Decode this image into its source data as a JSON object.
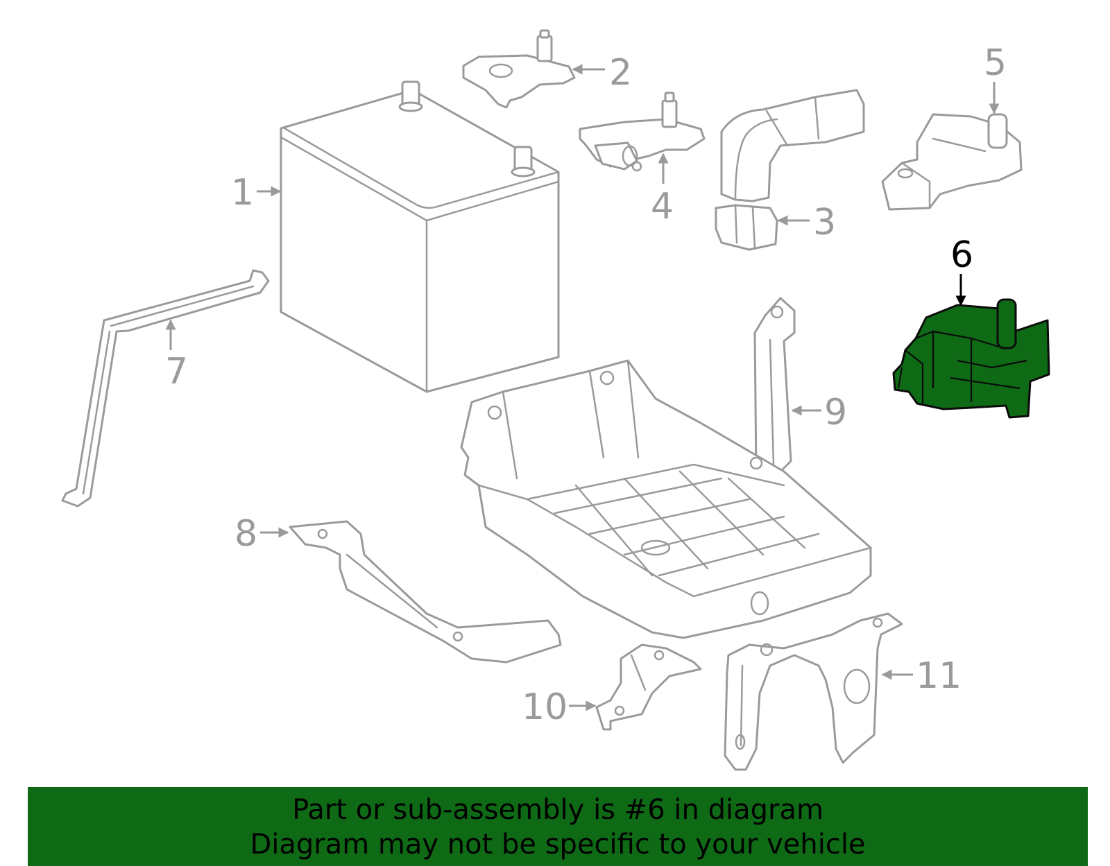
{
  "colors": {
    "highlight": "#0f6a16",
    "part_outline": "#9a9a9a",
    "footer_background": "#0f6a16"
  },
  "selected_part": "6",
  "callouts": [
    {
      "id": "1",
      "label": "1"
    },
    {
      "id": "2",
      "label": "2"
    },
    {
      "id": "3",
      "label": "3"
    },
    {
      "id": "4",
      "label": "4"
    },
    {
      "id": "5",
      "label": "5"
    },
    {
      "id": "6",
      "label": "6"
    },
    {
      "id": "7",
      "label": "7"
    },
    {
      "id": "8",
      "label": "8"
    },
    {
      "id": "9",
      "label": "9"
    },
    {
      "id": "10",
      "label": "10"
    },
    {
      "id": "11",
      "label": "11"
    }
  ],
  "footer": {
    "line1": "Part or sub-assembly is #6 in diagram",
    "line2": "Diagram may not be specific to your vehicle"
  }
}
